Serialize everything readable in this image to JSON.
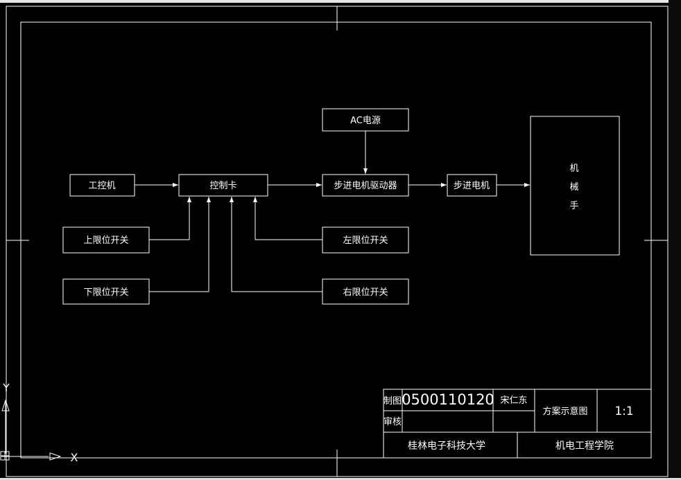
{
  "blocks": {
    "ac_power": "AC电源",
    "ipc": "工控机",
    "control_card": "控制卡",
    "stepper_driver": "步进电机驱动器",
    "stepper_motor": "步进电机",
    "manipulator": [
      "机",
      "械",
      "手"
    ],
    "upper_limit": "上限位开关",
    "lower_limit": "下限位开关",
    "left_limit": "左限位开关",
    "right_limit": "右限位开关"
  },
  "title_block": {
    "drawn_label": "制图",
    "drawing_number": "0500110120",
    "drawer_name": "宋仁东",
    "review_label": "审核",
    "drawing_title": "方案示意图",
    "scale": "1:1",
    "university": "桂林电子科技大学",
    "college": "机电工程学院"
  },
  "ucs": {
    "y_label": "Y",
    "x_label": "X"
  },
  "colors": {
    "background": "#000000",
    "lines": "#ffffff"
  }
}
